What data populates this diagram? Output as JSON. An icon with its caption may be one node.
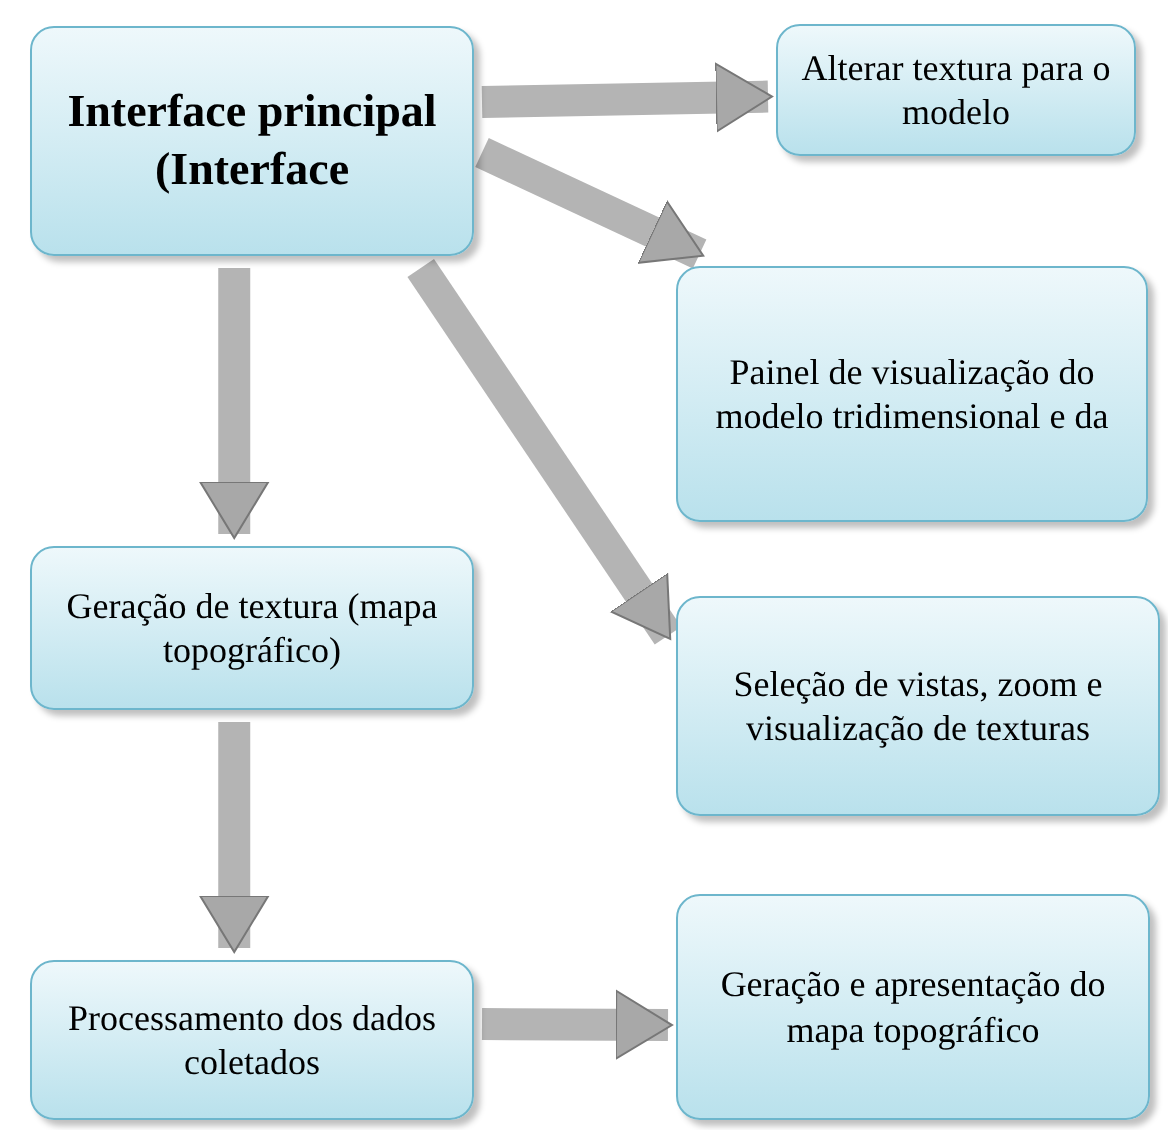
{
  "diagram": {
    "nodes": [
      {
        "text": [
          "Interface principal (Interface"
        ]
      },
      {
        "text": [
          "Alterar textura para o modelo"
        ]
      },
      {
        "text": [
          "Painel de visualização do modelo tridimensional e da"
        ]
      },
      {
        "text": [
          "Geração de textura (mapa topográfico)"
        ]
      },
      {
        "text": [
          "Seleção de vistas, zoom e visualização de texturas"
        ]
      },
      {
        "text": [
          "Processamento dos dados coletados"
        ]
      },
      {
        "text": [
          "Geração e apresentação do mapa topográfico"
        ]
      }
    ],
    "edges": [
      {
        "from": 0,
        "to": 1,
        "arrow": "to"
      },
      {
        "from": 0,
        "to": 2,
        "arrow": "to"
      },
      {
        "from": 0,
        "to": 3,
        "arrow": "to"
      },
      {
        "from": 0,
        "to": 4,
        "arrow": "to"
      },
      {
        "from": 3,
        "to": 5,
        "arrow": "to"
      },
      {
        "from": 5,
        "to": 6,
        "arrow": "to"
      }
    ]
  }
}
